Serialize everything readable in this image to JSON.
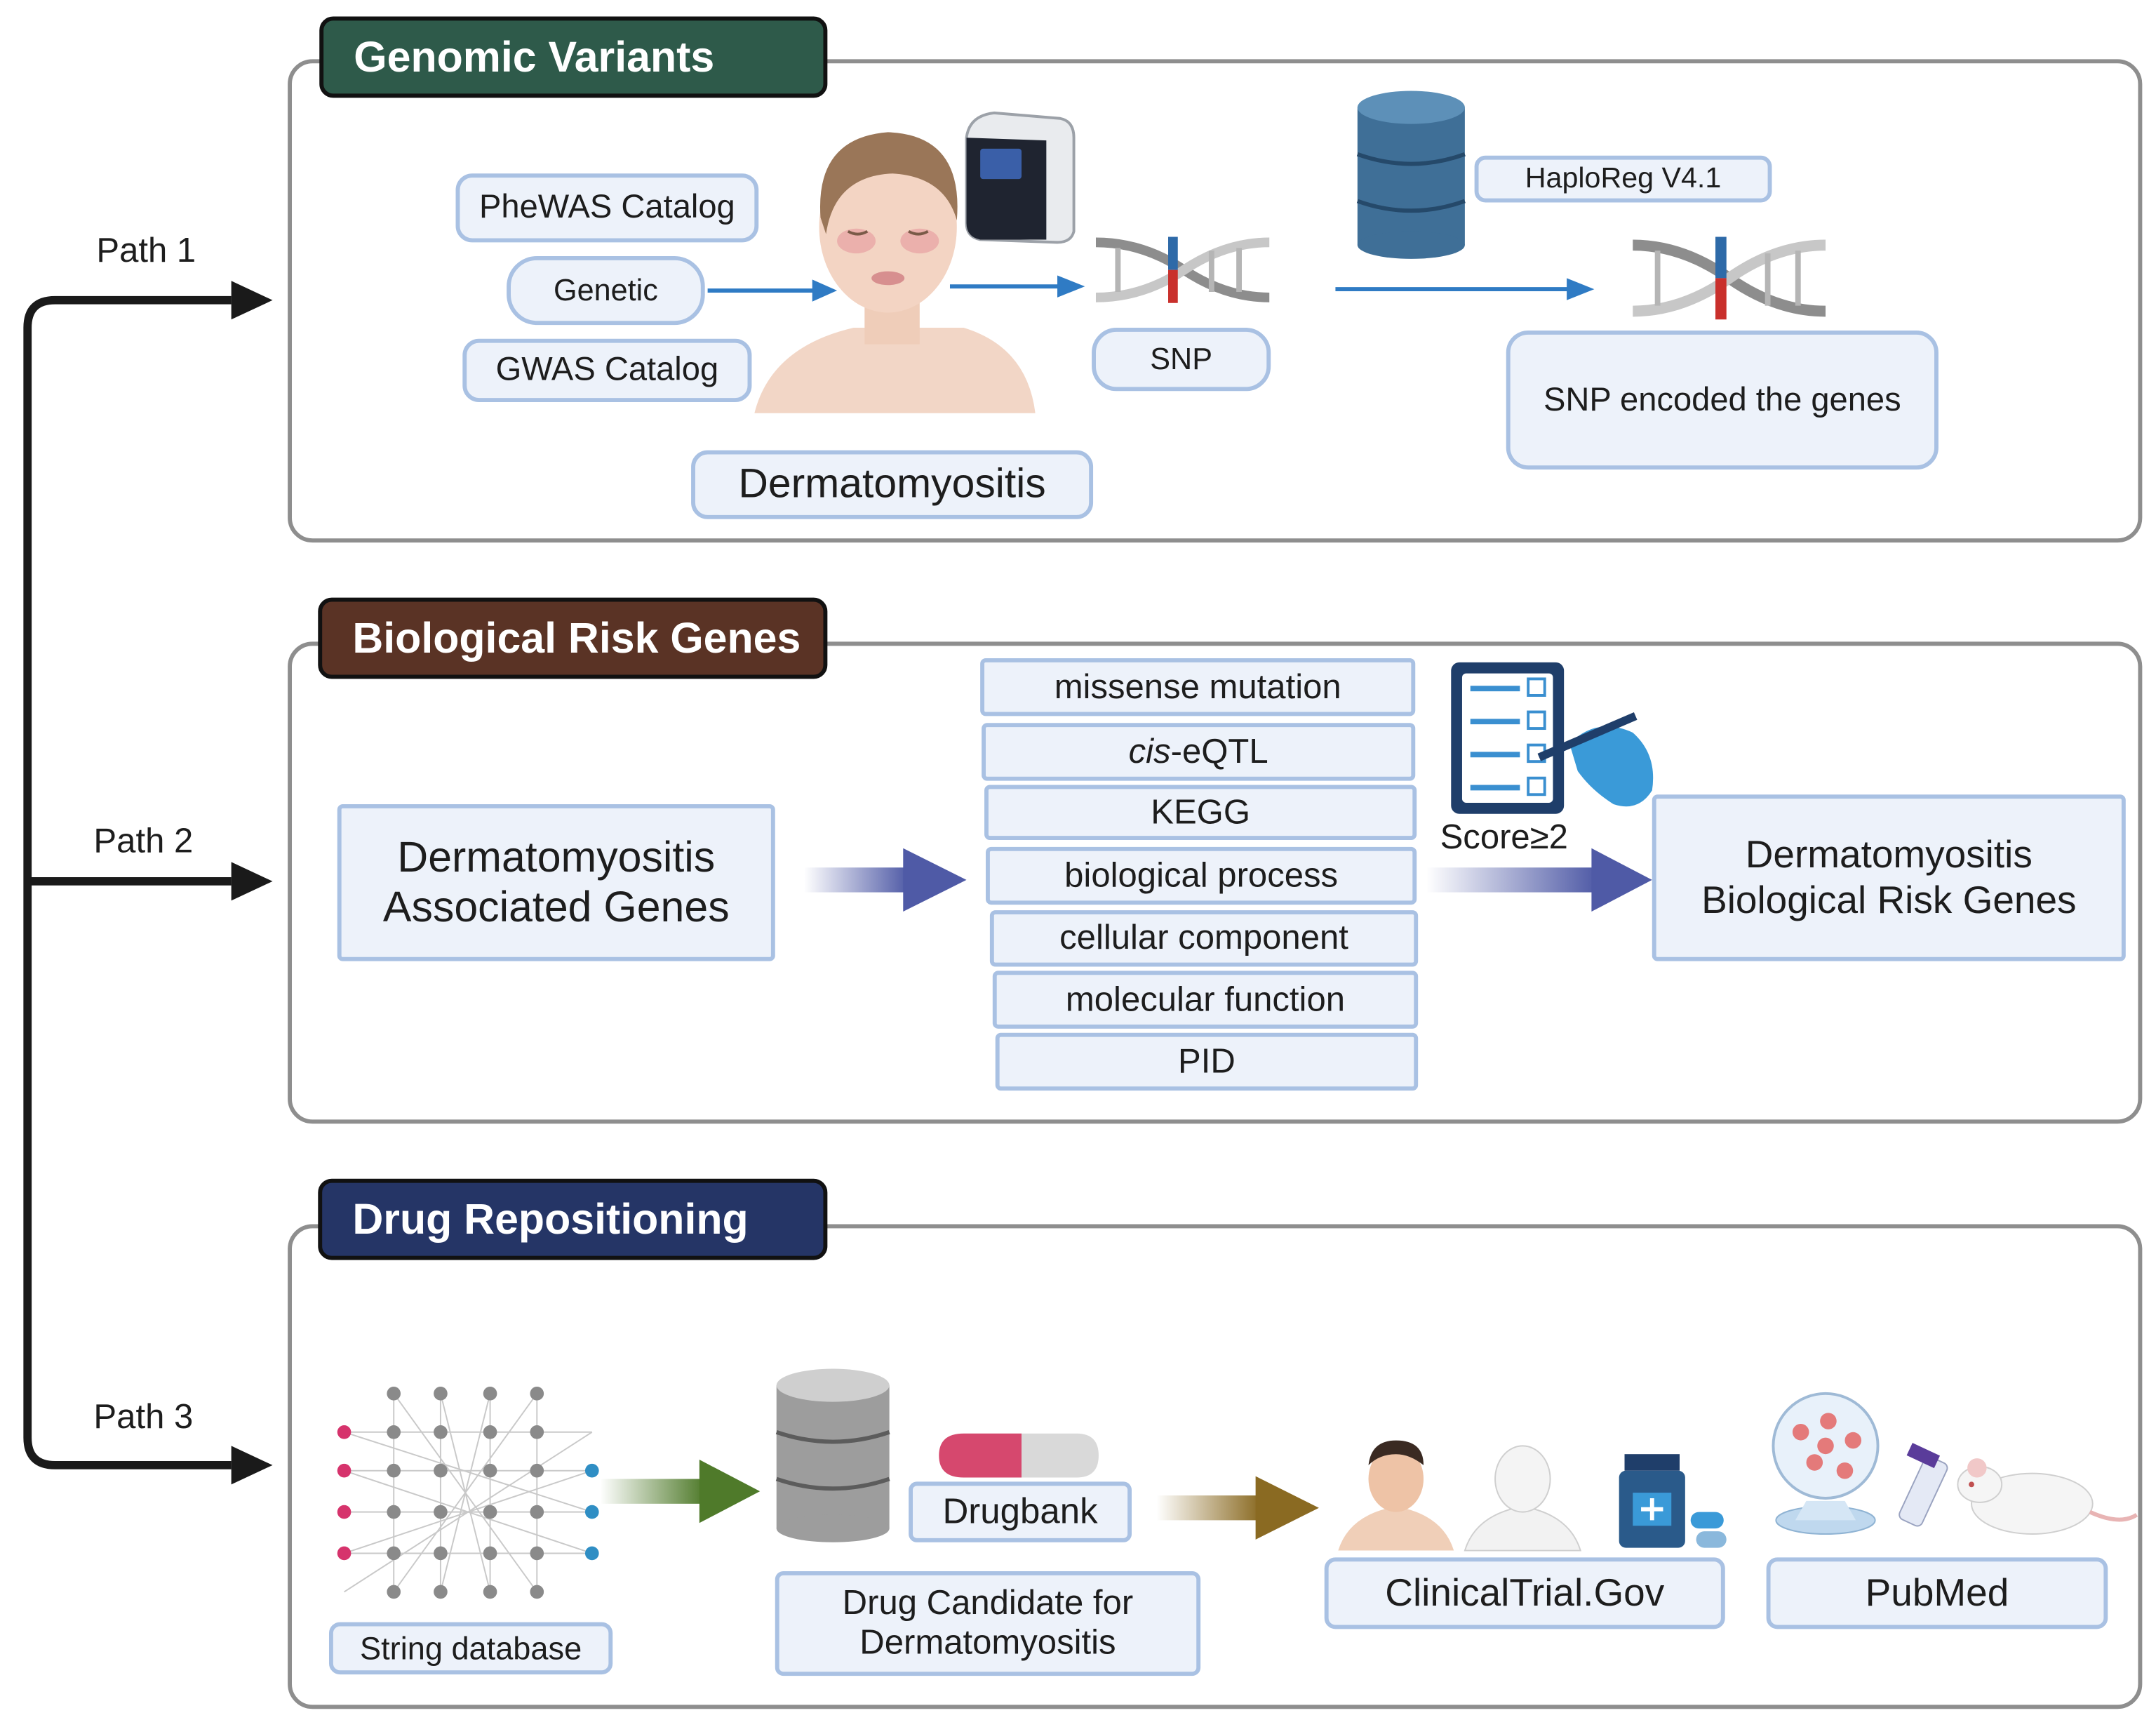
{
  "paths": [
    "Path 1",
    "Path 2",
    "Path 3"
  ],
  "sections": {
    "genomic": {
      "title": "Genomic Variants",
      "color": "#2e5a4a",
      "sources": [
        "PheWAS Catalog",
        "Genetic",
        "GWAS Catalog"
      ],
      "disease": "Dermatomyositis",
      "snp": "SNP",
      "haploreg": "HaploReg V4.1",
      "snp_genes": "SNP encoded the genes"
    },
    "biological": {
      "title": "Biological Risk Genes",
      "color": "#5a3325",
      "input_line1": "Dermatomyositis",
      "input_line2": "Associated Genes",
      "criteria": [
        "missense mutation",
        "-eQTL",
        "KEGG",
        "biological process",
        "cellular component",
        "molecular function",
        "PID"
      ],
      "cis_prefix": "cis",
      "score": "Score≥2",
      "output_line1": "Dermatomyositis",
      "output_line2": "Biological Risk Genes"
    },
    "drug": {
      "title": "Drug Repositioning",
      "color": "#253566",
      "string_db": "String database",
      "drugbank": "Drugbank",
      "candidate_line1": "Drug Candidate for",
      "candidate_line2": "Dermatomyositis",
      "clinical": "ClinicalTrial.Gov",
      "pubmed": "PubMed"
    }
  },
  "colors": {
    "box_border": "#a9c1e3",
    "box_fill": "#edf2fa",
    "arrow_blue": "#2f7bc4",
    "arrow_purple": "#4f5aa6",
    "arrow_green": "#4f7a2a",
    "arrow_gold": "#8a6a22"
  }
}
